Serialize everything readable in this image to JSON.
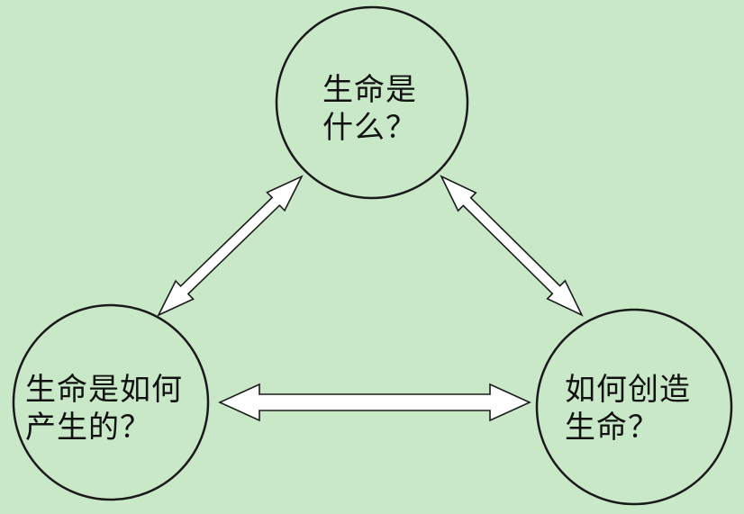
{
  "colors": {
    "background": "#c8e8c8",
    "stroke": "#1a1a1a",
    "arrow_fill": "#ffffff",
    "text": "#111111"
  },
  "nodes": {
    "top": {
      "line1": "生命是",
      "line2": "什么？"
    },
    "left": {
      "line1": "生命是如何",
      "line2": "产生的？"
    },
    "right": {
      "line1": "如何创造",
      "line2": "生命？"
    }
  }
}
